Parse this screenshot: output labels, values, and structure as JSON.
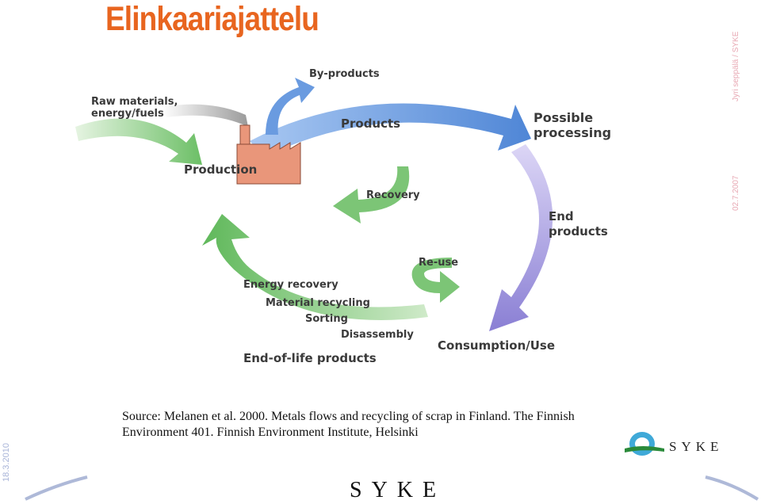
{
  "slide": {
    "title": "Elinkaariajattelu",
    "author_vertical": "Jyri seppälä / SYKE",
    "date_right": "02.7.2007",
    "date_left": "18.3.2010",
    "source": "Source: Melanen et al. 2000. Metals flows and recycling of scrap in Finland. The Finnish Environment 401. Finnish Environment Institute, Helsinki",
    "logo_text": "SYKE",
    "footer_logo_text": "SYKE"
  },
  "diagram": {
    "raw_materials_line1": "Raw materials,",
    "raw_materials_line2": "energy/fuels",
    "by_products": "By-products",
    "products": "Products",
    "possible_processing_line1": "Possible",
    "possible_processing_line2": "processing",
    "production": "Production",
    "recovery": "Recovery",
    "end_products_line1": "End",
    "end_products_line2": "products",
    "re_use": "Re-use",
    "energy_recovery": "Energy recovery",
    "material_recycling": "Material recycling",
    "sorting": "Sorting",
    "disassembly": "Disassembly",
    "end_of_life_products": "End-of-life products",
    "consumption_use": "Consumption/Use"
  },
  "colors": {
    "title": "#e8651f",
    "green_arrow": "#7cc576",
    "blue_arrow": "#5b8fd8",
    "purple_arrow": "#8f84d6",
    "factory": "#e9967a"
  }
}
